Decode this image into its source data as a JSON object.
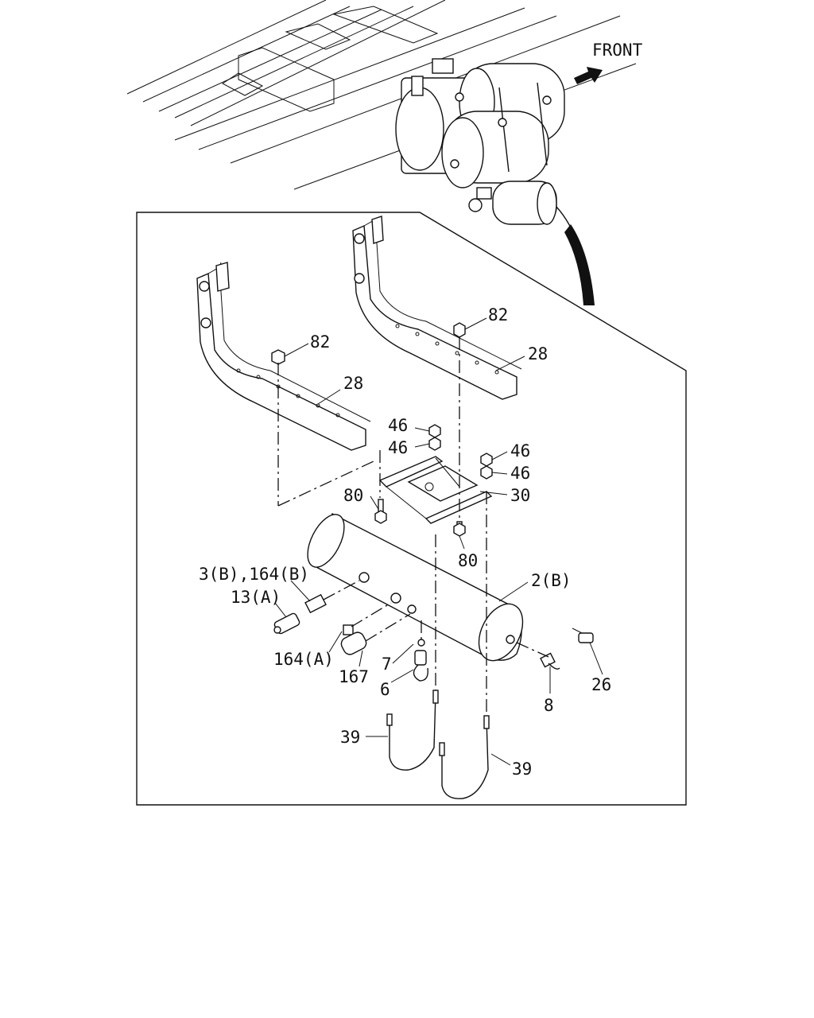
{
  "front_label": "FRONT",
  "callouts": [
    {
      "id": "c82a",
      "text": "82"
    },
    {
      "id": "c28a",
      "text": "28"
    },
    {
      "id": "c82b",
      "text": "82"
    },
    {
      "id": "c28b",
      "text": "28"
    },
    {
      "id": "c46a",
      "text": "46"
    },
    {
      "id": "c46b",
      "text": "46"
    },
    {
      "id": "c46c",
      "text": "46"
    },
    {
      "id": "c46d",
      "text": "46"
    },
    {
      "id": "c30",
      "text": "30"
    },
    {
      "id": "c80a",
      "text": "80"
    },
    {
      "id": "c80b",
      "text": "80"
    },
    {
      "id": "c3b164b",
      "text": "3(B),164(B)"
    },
    {
      "id": "c13a",
      "text": "13(A)"
    },
    {
      "id": "c2b",
      "text": "2(B)"
    },
    {
      "id": "c164a",
      "text": "164(A)"
    },
    {
      "id": "c167",
      "text": "167"
    },
    {
      "id": "c7",
      "text": "7"
    },
    {
      "id": "c6",
      "text": "6"
    },
    {
      "id": "c8",
      "text": "8"
    },
    {
      "id": "c26",
      "text": "26"
    },
    {
      "id": "c39a",
      "text": "39"
    },
    {
      "id": "c39b",
      "text": "39"
    }
  ]
}
